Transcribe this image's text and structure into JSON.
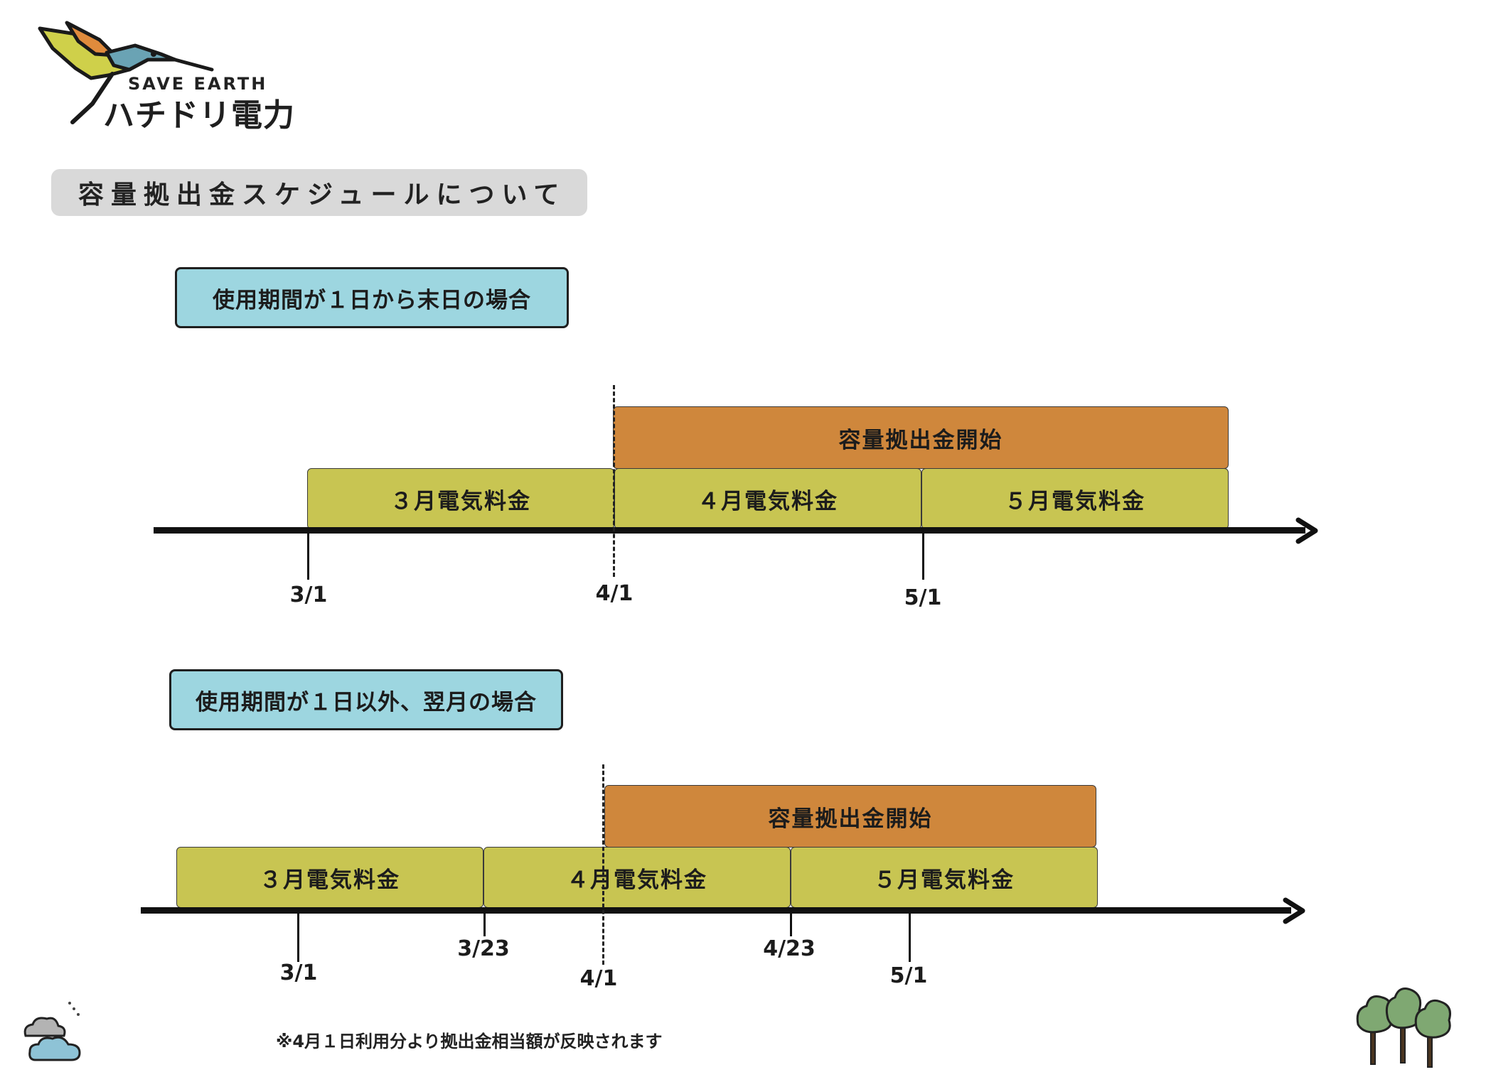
{
  "logo": {
    "sub_text": "SAVE EARTH",
    "main_text": "ハチドリ電力",
    "icon": "hummingbird-icon"
  },
  "page_title": "容量拠出金スケジュールについて",
  "sections": [
    {
      "case_label": "使用期間が１日から末日の場合",
      "start_bar_label": "容量拠出金開始",
      "bills": [
        "３月電気料金",
        "４月電気料金",
        "５月電気料金"
      ],
      "dates": [
        "3/1",
        "4/1",
        "5/1"
      ]
    },
    {
      "case_label": "使用期間が１日以外、翌月の場合",
      "start_bar_label": "容量拠出金開始",
      "bills": [
        "３月電気料金",
        "４月電気料金",
        "５月電気料金"
      ],
      "dates": [
        "3/1",
        "3/23",
        "4/1",
        "4/23",
        "5/1"
      ]
    }
  ],
  "footnote": "※4月１日利用分より拠出金相当額が反映されます",
  "decorations": {
    "left_icon": "cloud-icon",
    "right_icon": "trees-icon"
  },
  "colors": {
    "case_label_bg": "#9dd6e0",
    "bill_bar": "#c8c552",
    "start_bar": "#cf873c",
    "title_bg": "#d9d9d9"
  }
}
